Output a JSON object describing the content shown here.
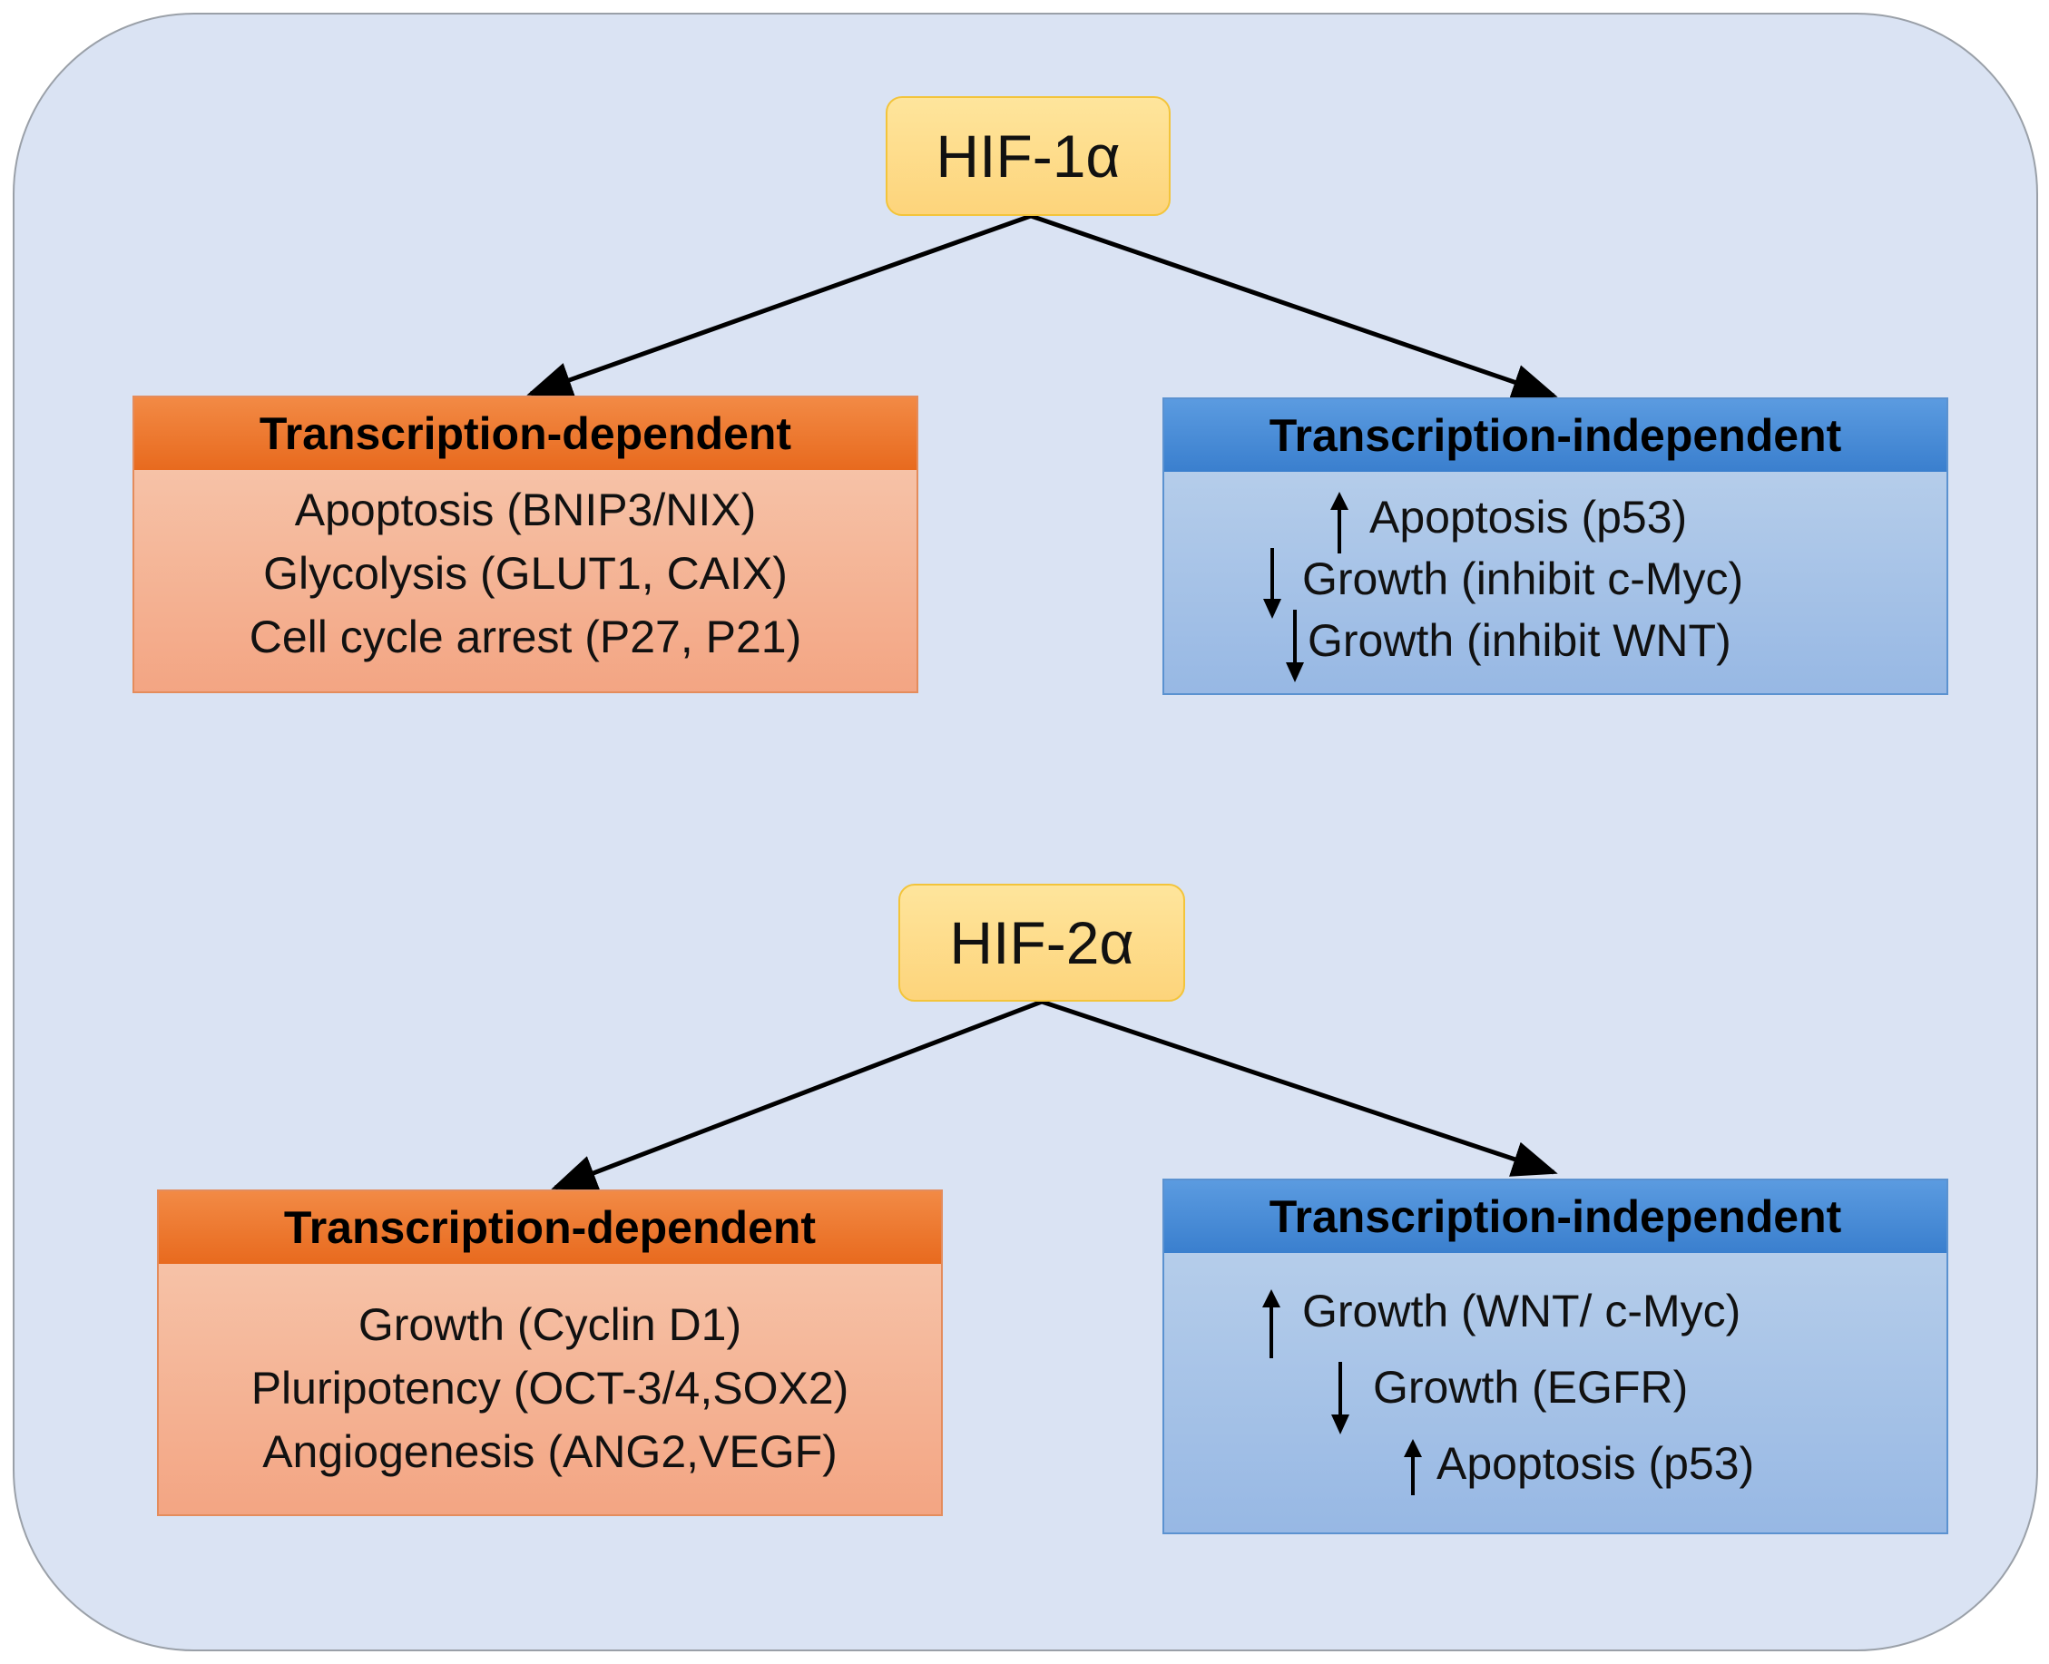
{
  "hif1": {
    "label": "HIF-1α",
    "dependent": {
      "header": "Transcription-dependent",
      "items": [
        "Apoptosis (BNIP3/NIX)",
        "Glycolysis (GLUT1, CAIX)",
        "Cell cycle arrest (P27, P21)"
      ]
    },
    "independent": {
      "header": "Transcription-independent",
      "items": [
        {
          "direction": "up",
          "text": "Apoptosis (p53)"
        },
        {
          "direction": "down",
          "text": "Growth (inhibit c-Myc)"
        },
        {
          "direction": "down",
          "text": "Growth (inhibit WNT)"
        }
      ]
    }
  },
  "hif2": {
    "label": "HIF-2α",
    "dependent": {
      "header": "Transcription-dependent",
      "items": [
        "Growth (Cyclin D1)",
        "Pluripotency (OCT-3/4,SOX2)",
        "Angiogenesis (ANG2,VEGF)"
      ]
    },
    "independent": {
      "header": "Transcription-independent",
      "items": [
        {
          "direction": "up",
          "text": "Growth (WNT/ c-Myc)"
        },
        {
          "direction": "down",
          "text": "Growth (EGFR)"
        },
        {
          "direction": "up",
          "text": "Apoptosis (p53)"
        }
      ]
    }
  },
  "colors": {
    "panel": "#dae3f3",
    "hif_box": "#fdd47b",
    "dependent_header": "#e86a1e",
    "dependent_body": "#f4b08f",
    "independent_header": "#3a7fce",
    "independent_body": "#a5c1e6"
  }
}
